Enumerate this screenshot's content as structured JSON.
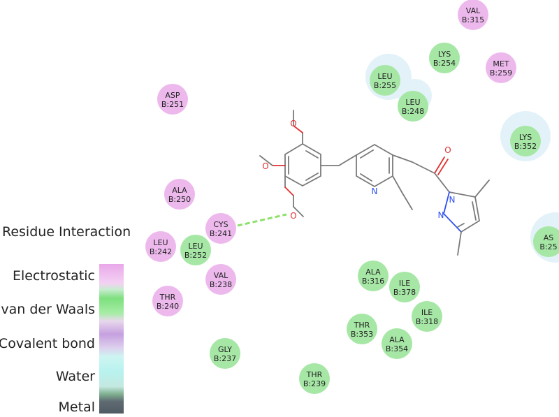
{
  "legend": {
    "title": "Residue Interaction",
    "items": [
      {
        "label": "Electrostatic",
        "color": "#e9a8e9"
      },
      {
        "label": "van der Waals",
        "color": "#7de07d"
      },
      {
        "label": "Covalent bond",
        "color": "#c6a0e0"
      },
      {
        "label": "Water",
        "color": "#b8f2ef"
      },
      {
        "label": "Metal",
        "color": "#5f6a72"
      }
    ]
  },
  "colors": {
    "electrostatic": "#edb9ed",
    "vdw": "#a6e7a6",
    "halo": "#e3f2f8",
    "hbond": "#8ee06a",
    "bond": "#7a7a7a",
    "oxygen": "#e03030",
    "nitrogen": "#3050f0"
  },
  "residues": [
    {
      "name": "VAL",
      "id": "B:315",
      "type": "electrostatic"
    },
    {
      "name": "LYS",
      "id": "B:254",
      "type": "vdw"
    },
    {
      "name": "MET",
      "id": "B:259",
      "type": "electrostatic"
    },
    {
      "name": "LEU",
      "id": "B:255",
      "type": "vdw"
    },
    {
      "name": "LEU",
      "id": "B:248",
      "type": "vdw"
    },
    {
      "name": "ASP",
      "id": "B:251",
      "type": "electrostatic"
    },
    {
      "name": "LYS",
      "id": "B:352",
      "type": "vdw"
    },
    {
      "name": "ALA",
      "id": "B:250",
      "type": "electrostatic"
    },
    {
      "name": "CYS",
      "id": "B:241",
      "type": "electrostatic"
    },
    {
      "name": "LEU",
      "id": "B:242",
      "type": "electrostatic"
    },
    {
      "name": "LEU",
      "id": "B:252",
      "type": "vdw"
    },
    {
      "name": "VAL",
      "id": "B:238",
      "type": "electrostatic"
    },
    {
      "name": "THR",
      "id": "B:240",
      "type": "electrostatic"
    },
    {
      "name": "GLY",
      "id": "B:237",
      "type": "vdw"
    },
    {
      "name": "ALA",
      "id": "B:316",
      "type": "vdw"
    },
    {
      "name": "ILE",
      "id": "B:378",
      "type": "vdw"
    },
    {
      "name": "ILE",
      "id": "B:318",
      "type": "vdw"
    },
    {
      "name": "THR",
      "id": "B:353",
      "type": "vdw"
    },
    {
      "name": "ALA",
      "id": "B:354",
      "type": "vdw"
    },
    {
      "name": "THR",
      "id": "B:239",
      "type": "vdw"
    },
    {
      "name": "AS",
      "id": "B:25",
      "type": "vdw"
    }
  ],
  "ligand_atoms": {
    "oxygen": "O",
    "nitrogen": "N"
  }
}
